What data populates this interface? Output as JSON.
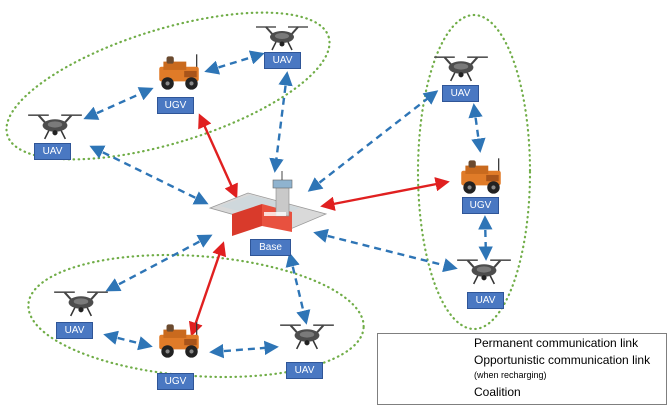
{
  "nodes": {
    "uav_top": "UAV",
    "ugv_top": "UGV",
    "uav_left": "UAV",
    "base": "Base",
    "uav_right_top": "UAV",
    "ugv_right": "UGV",
    "uav_right_bottom": "UAV",
    "uav_bottom_left": "UAV",
    "ugv_bottom": "UGV",
    "uav_bottom_right": "UAV"
  },
  "legend": {
    "permanent": "Permanent communication link",
    "opportunistic": "Opportunistic communication link",
    "recharging_note": "(when recharging)",
    "coalition": "Coalition"
  },
  "colors": {
    "permanent_link": "#e02020",
    "opportunistic_link": "#2e75b6",
    "coalition": "#70ad47",
    "label_fill": "#4a78c2"
  }
}
